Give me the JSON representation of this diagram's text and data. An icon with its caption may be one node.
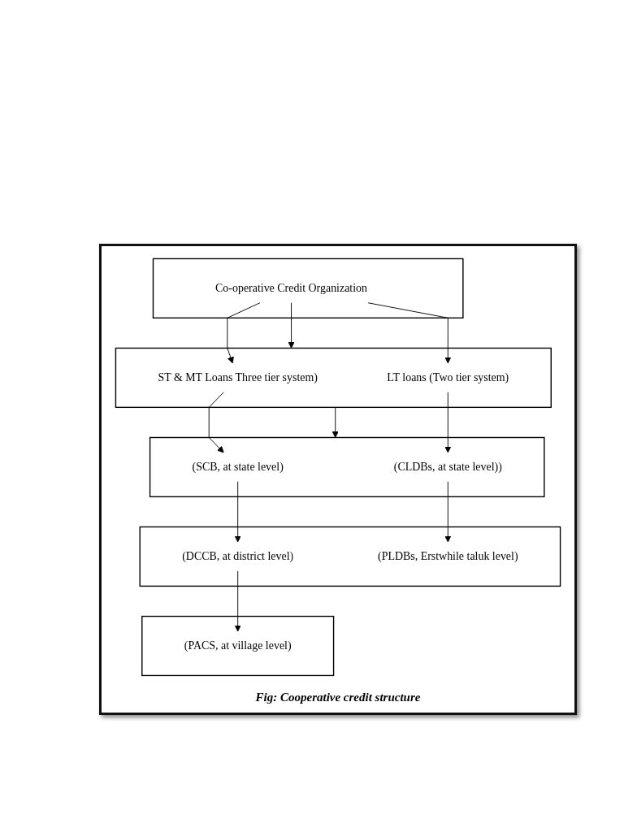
{
  "diagram": {
    "caption": "Fig: Cooperative credit structure",
    "nodes": [
      {
        "text": [],
        "shape": "box"
      },
      {
        "text": [
          "Co-operative Credit Organization"
        ],
        "in": 0
      },
      {
        "text": [],
        "shape": "box"
      },
      {
        "text": [
          "ST & MT Loans Three tier system)"
        ],
        "in": 2
      },
      {
        "text": [
          "LT loans (Two tier system)"
        ],
        "in": 2
      },
      {
        "text": [],
        "shape": "box"
      },
      {
        "text": [
          "(SCB, at state level)"
        ],
        "in": 5
      },
      {
        "text": [
          "(CLDBs, at state level))"
        ],
        "in": 5
      },
      {
        "text": [],
        "shape": "box"
      },
      {
        "text": [
          "(DCCB, at district level)"
        ],
        "in": 8
      },
      {
        "text": [
          "(PLDBs, Erstwhile taluk level)"
        ],
        "in": 8
      },
      {
        "text": [],
        "shape": "box"
      },
      {
        "text": [
          "(PACS, at village level)"
        ],
        "in": 11
      }
    ],
    "edges": [
      {
        "from": 1,
        "to": 3,
        "arrow": "to"
      },
      {
        "from": 1,
        "to": 4,
        "arrow": "to"
      },
      {
        "from": 1,
        "to": 2,
        "arrow": "to"
      },
      {
        "from": 2,
        "to": 5,
        "arrow": "to"
      },
      {
        "from": 3,
        "to": 6,
        "arrow": "to"
      },
      {
        "from": 4,
        "to": 7,
        "arrow": "to"
      },
      {
        "from": 6,
        "to": 9,
        "arrow": "to"
      },
      {
        "from": 7,
        "to": 10,
        "arrow": "to"
      },
      {
        "from": 9,
        "to": 12,
        "arrow": "to"
      }
    ]
  }
}
